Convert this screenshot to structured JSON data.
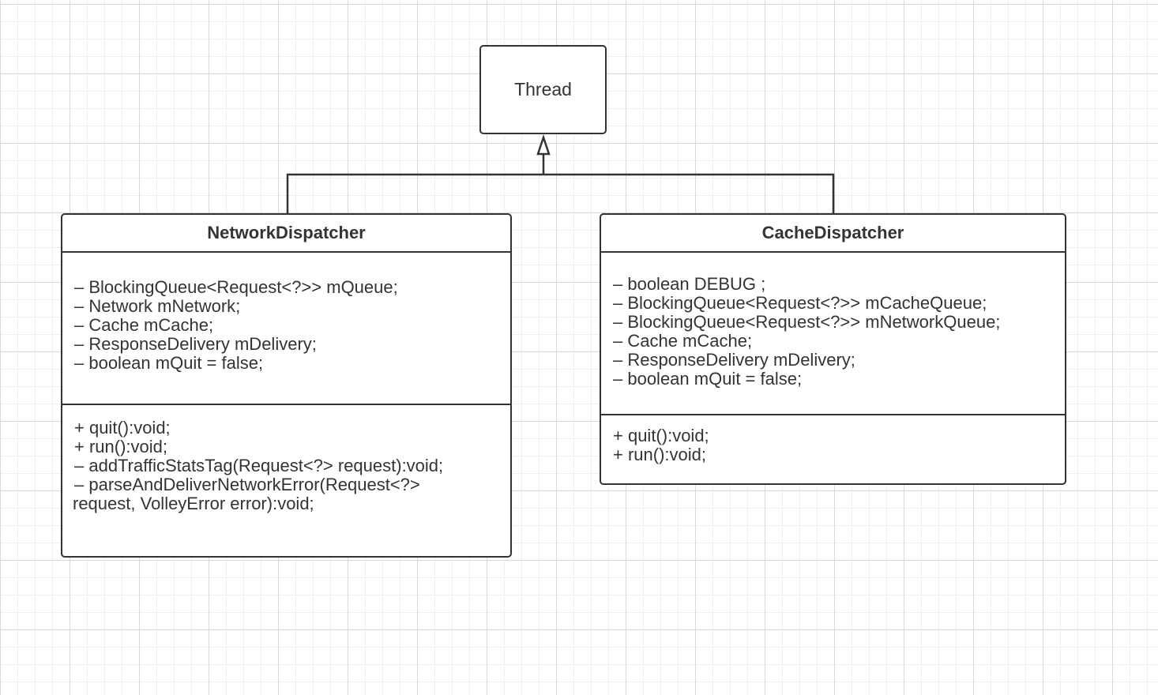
{
  "thread": {
    "name": "Thread"
  },
  "network_dispatcher": {
    "name": "NetworkDispatcher",
    "attributes": [
      "– BlockingQueue<Request<?>> mQueue;",
      "– Network mNetwork;",
      "– Cache mCache;",
      "– ResponseDelivery mDelivery;",
      "– boolean mQuit = false;"
    ],
    "operations": [
      "+ quit():void;",
      "+ run():void;",
      "– addTrafficStatsTag(Request<?> request):void;",
      "– parseAndDeliverNetworkError(Request<?>",
      "request, VolleyError error):void;"
    ]
  },
  "cache_dispatcher": {
    "name": "CacheDispatcher",
    "attributes": [
      "– boolean DEBUG ;",
      "– BlockingQueue<Request<?>> mCacheQueue;",
      "– BlockingQueue<Request<?>> mNetworkQueue;",
      "– Cache mCache;",
      "– ResponseDelivery mDelivery;",
      "– boolean mQuit = false;"
    ],
    "operations": [
      "+ quit():void;",
      "+ run():void;"
    ]
  }
}
